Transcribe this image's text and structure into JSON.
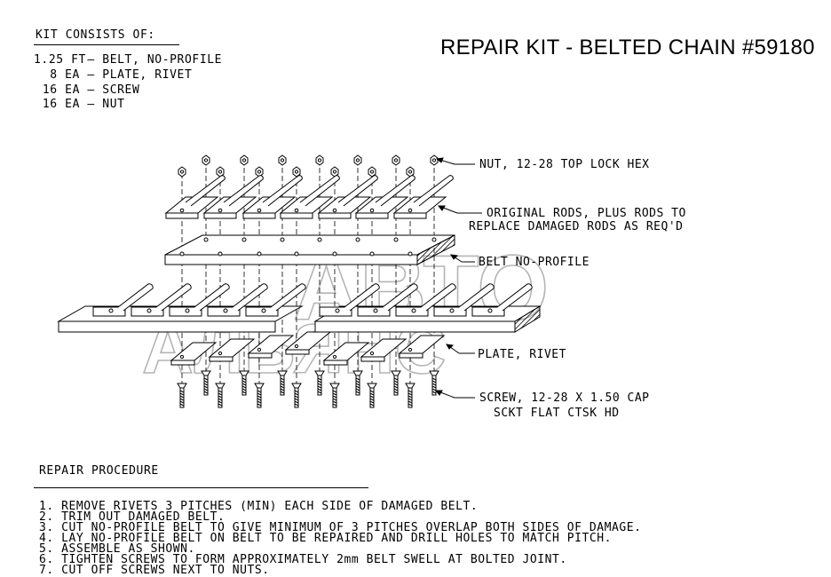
{
  "title": "REPAIR KIT - BELTED CHAIN #59180",
  "kit": {
    "heading": "KIT CONSISTS OF:",
    "items": [
      {
        "qty": "1.25 FT",
        "desc": "BELT, NO-PROFILE"
      },
      {
        "qty": "8 EA",
        "desc": "PLATE, RIVET"
      },
      {
        "qty": "16 EA",
        "desc": "SCREW"
      },
      {
        "qty": "16 EA",
        "desc": "NUT"
      }
    ]
  },
  "callouts": {
    "nut": "NUT, 12-28 TOP LOCK HEX",
    "rods_1": "ORIGINAL RODS, PLUS RODS TO",
    "rods_2": "REPLACE DAMAGED RODS AS REQ'D",
    "belt": "BELT NO-PROFILE",
    "plate": "PLATE, RIVET",
    "screw_1": "SCREW, 12-28 X 1.50 CAP",
    "screw_2": "SCKT FLAT CTSK HD"
  },
  "watermark": {
    "line1": "АВТО",
    "line2": "АЛЬЯНС"
  },
  "procedure": {
    "heading": "REPAIR PROCEDURE",
    "steps": [
      "1. REMOVE RIVETS 3 PITCHES (MIN) EACH SIDE OF DAMAGED BELT.",
      "2. TRIM OUT DAMAGED BELT.",
      "3. CUT NO-PROFILE BELT TO GIVE MINIMUM OF 3 PITCHES OVERLAP BOTH SIDES OF DAMAGE.",
      "4. LAY NO-PROFILE BELT ON BELT TO BE REPAIRED AND DRILL HOLES TO MATCH PITCH.",
      "5. ASSEMBLE AS SHOWN.",
      "6. TIGHTEN SCREWS TO FORM APPROXIMATELY 2mm BELT SWELL AT BOLTED JOINT.",
      "7. CUT OFF SCREWS NEXT TO NUTS."
    ]
  }
}
